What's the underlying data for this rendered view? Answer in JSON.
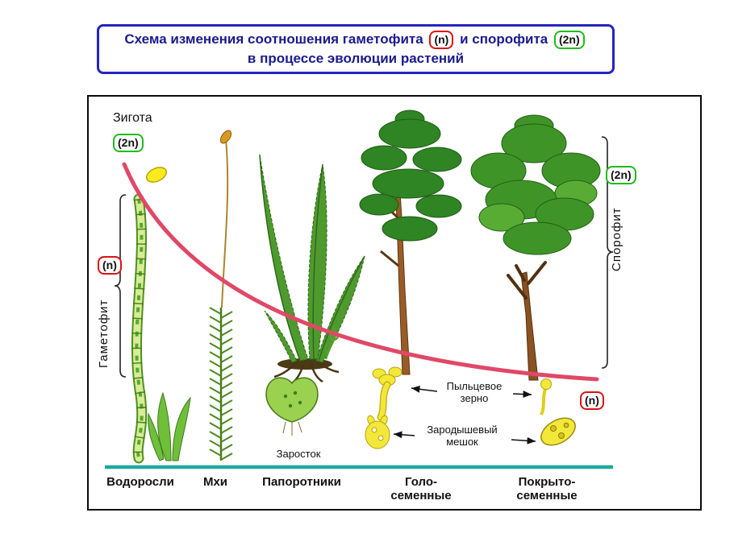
{
  "title": {
    "text_before_n": "Схема изменения соотношения гаметофита",
    "n_badge": "(n)",
    "text_between": "и спорофита",
    "badge_2n": "(2n)",
    "line2": "в процессе эволюции растений"
  },
  "diagram": {
    "zygote_label": "Зигота",
    "zygote_ploidy": "(2n)",
    "gametophyte": {
      "label": "Гаметофит",
      "ploidy": "(n)"
    },
    "sporophyte": {
      "label": "Спорофит",
      "ploidy": "(2n)"
    },
    "pollen_ploidy": "(n)",
    "prothallium_label": "Заросток",
    "pollen_label": {
      "line1": "Пыльцевое",
      "line2": "зерно"
    },
    "embryo_sac_label": {
      "line1": "Зародышевый",
      "line2": "мешок"
    },
    "categories": [
      {
        "line1": "Водоросли",
        "line2": ""
      },
      {
        "line1": "Мхи",
        "line2": ""
      },
      {
        "line1": "Папоротники",
        "line2": ""
      },
      {
        "line1": "Голо-",
        "line2": "семенные"
      },
      {
        "line1": "Покрыто-",
        "line2": "семенные"
      }
    ]
  },
  "colors": {
    "title_border": "#2525c0",
    "n_box": "#e01212",
    "box_2n": "#1ebc1e",
    "curve": "#e04868",
    "ground_line": "#1fa8a0"
  }
}
